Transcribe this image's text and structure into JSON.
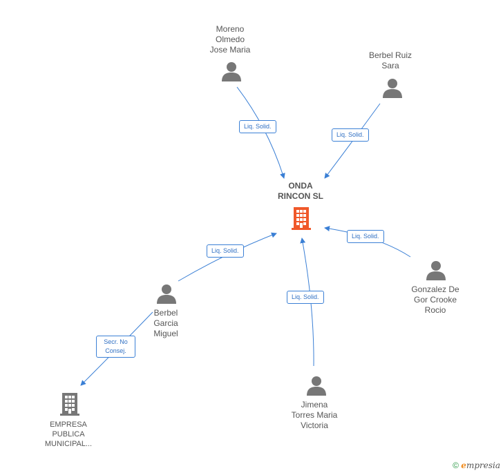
{
  "center": {
    "label": "ONDA\nRINCON SL",
    "icon": "building-icon",
    "color": "#f0582a"
  },
  "persons": [
    {
      "id": "moreno",
      "label": "Moreno\nOlmedo\nJose Maria",
      "icon": "person-icon"
    },
    {
      "id": "berbel-ruiz",
      "label": "Berbel Ruiz\nSara",
      "icon": "person-icon"
    },
    {
      "id": "berbel-garcia",
      "label": "Berbel\nGarcia\nMiguel",
      "icon": "person-icon"
    },
    {
      "id": "gonzalez",
      "label": "Gonzalez De\nGor Crooke\nRocio",
      "icon": "person-icon"
    },
    {
      "id": "jimena",
      "label": "Jimena\nTorres Maria\nVictoria",
      "icon": "person-icon"
    }
  ],
  "company": {
    "label": "EMPRESA\nPUBLICA\nMUNICIPAL...",
    "icon": "building-icon",
    "color": "#777777"
  },
  "edges": [
    {
      "from": "moreno",
      "to": "center",
      "label": "Liq. Solid."
    },
    {
      "from": "berbel-ruiz",
      "to": "center",
      "label": "Liq. Solid."
    },
    {
      "from": "berbel-garcia",
      "to": "center",
      "label": "Liq. Solid."
    },
    {
      "from": "gonzalez",
      "to": "center",
      "label": "Liq. Solid."
    },
    {
      "from": "jimena",
      "to": "center",
      "label": "Liq. Solid."
    },
    {
      "from": "berbel-garcia",
      "to": "company",
      "label": "Secr. No\nConsej."
    }
  ],
  "colors": {
    "edge": "#3a7fd5",
    "person": "#777777",
    "text": "#555555"
  },
  "footer": {
    "copyright": "©",
    "brand_initial": "e",
    "brand_rest": "mpresia"
  }
}
